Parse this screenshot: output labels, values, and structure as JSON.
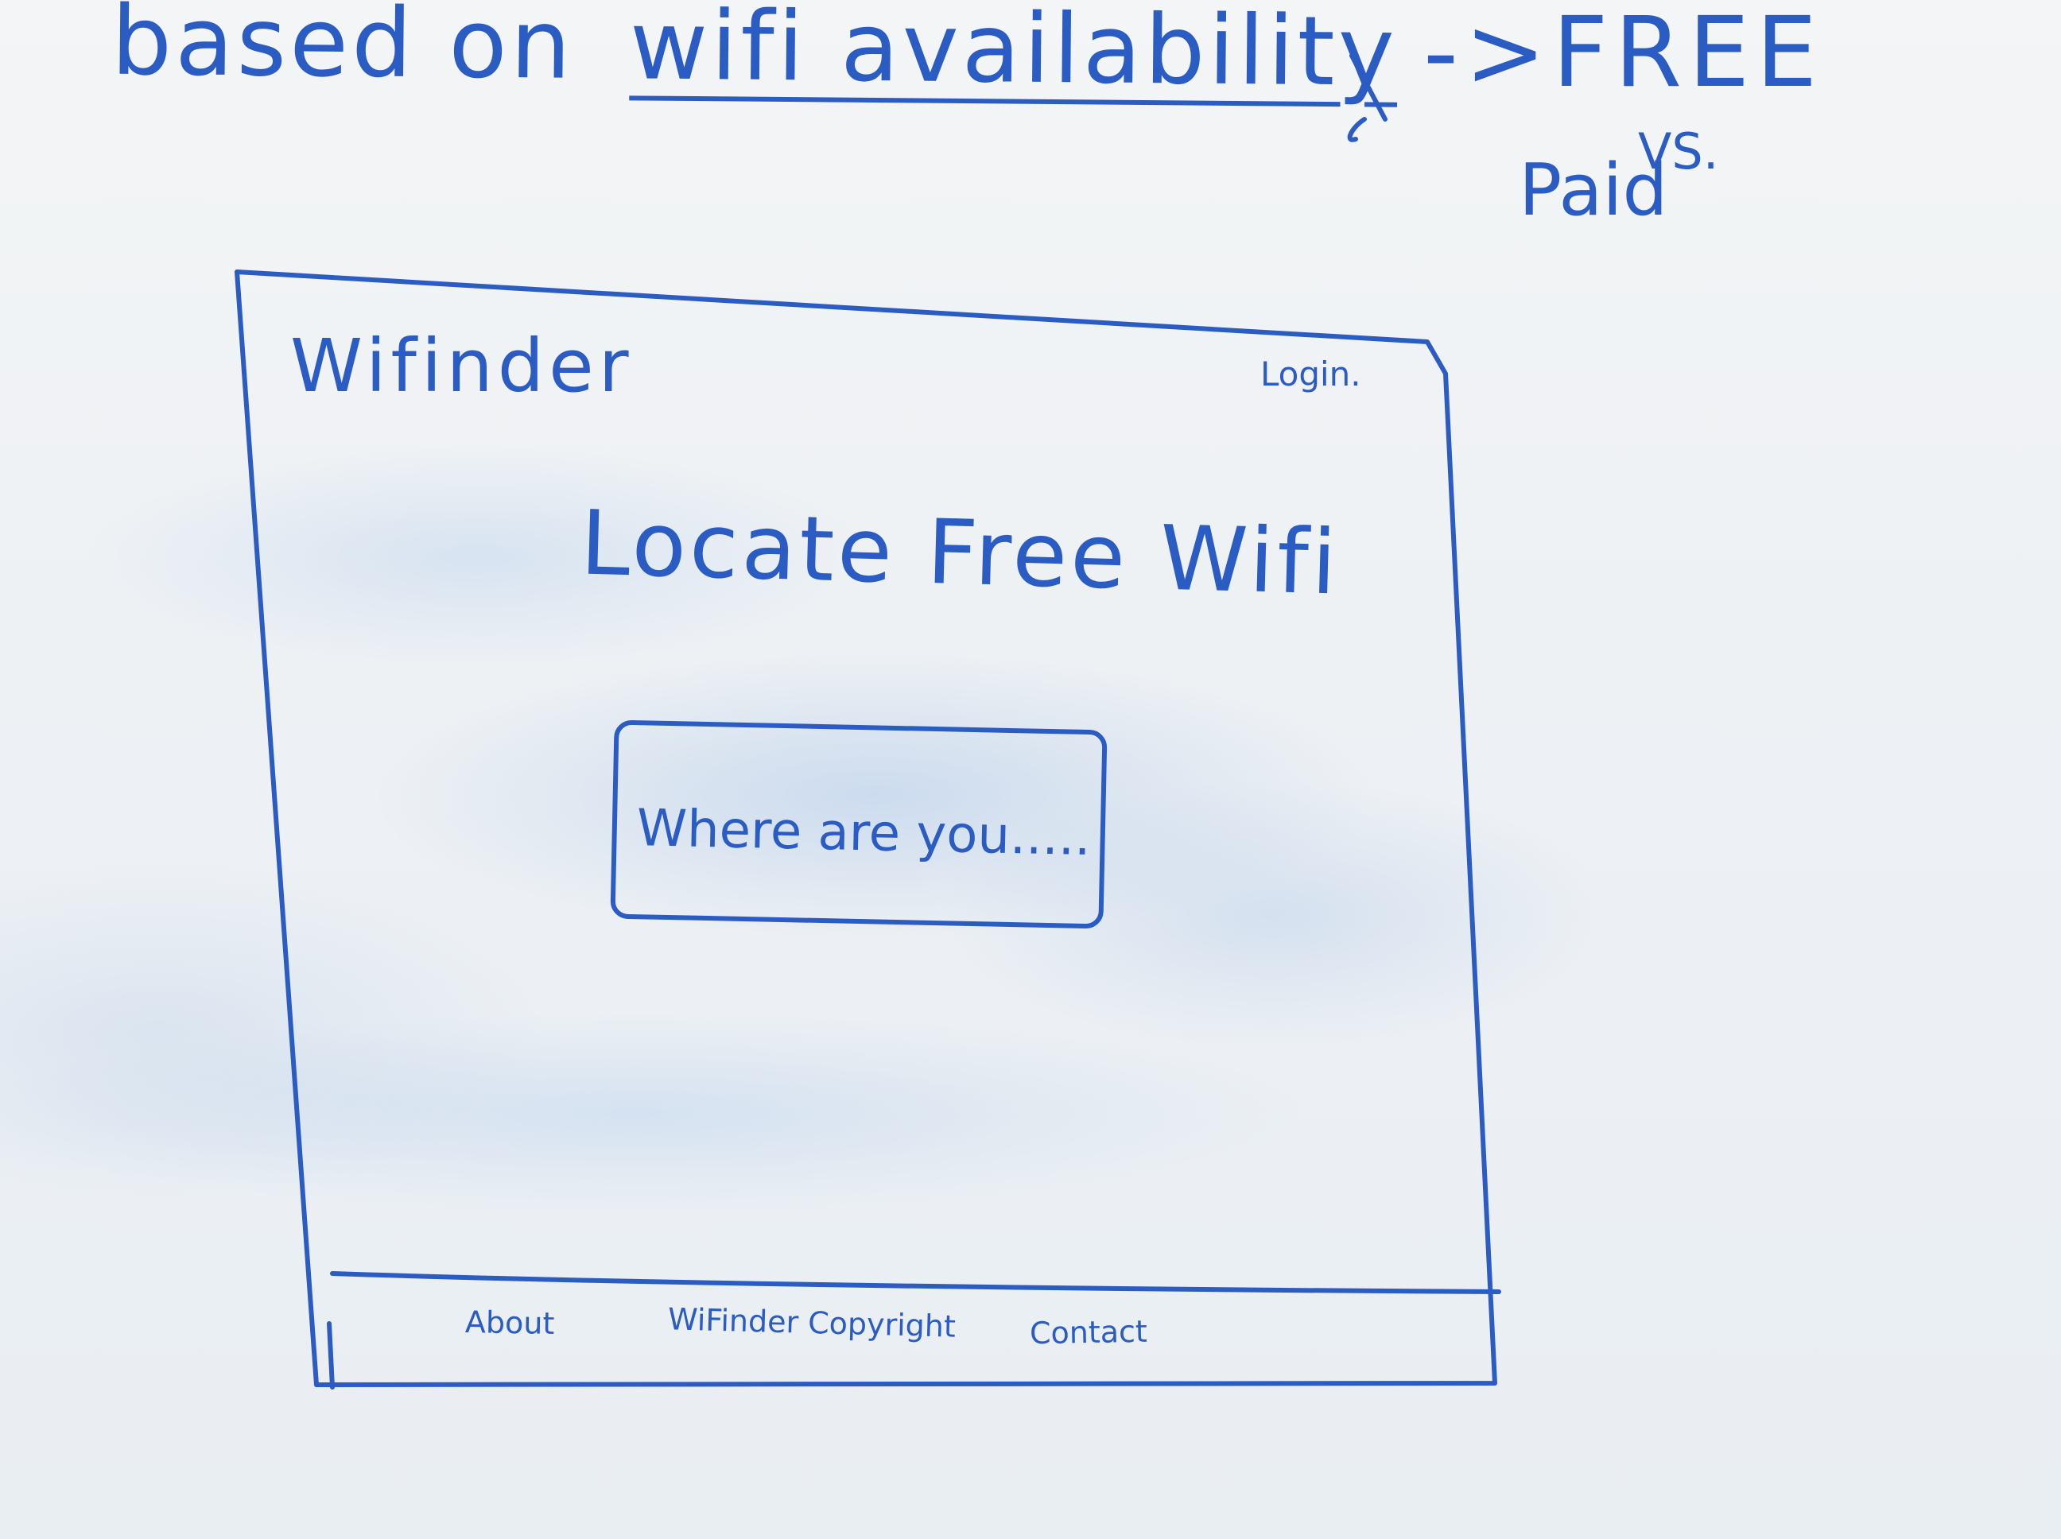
{
  "notes": {
    "based_on": "based on",
    "wifi_availability": "wifi availability",
    "arrow_free": "->FREE",
    "vs": "VS.",
    "paid": "Paid"
  },
  "header": {
    "app_title": "Wifinder",
    "login_label": "Login."
  },
  "main": {
    "headline": "Locate Free Wifi",
    "search_placeholder": "Where are you....."
  },
  "footer": {
    "about_label": "About",
    "copyright_label": "WiFinder Copyright",
    "contact_label": "Contact"
  },
  "colors": {
    "ink": "#2b5cc4",
    "board": "#eef1f4"
  }
}
